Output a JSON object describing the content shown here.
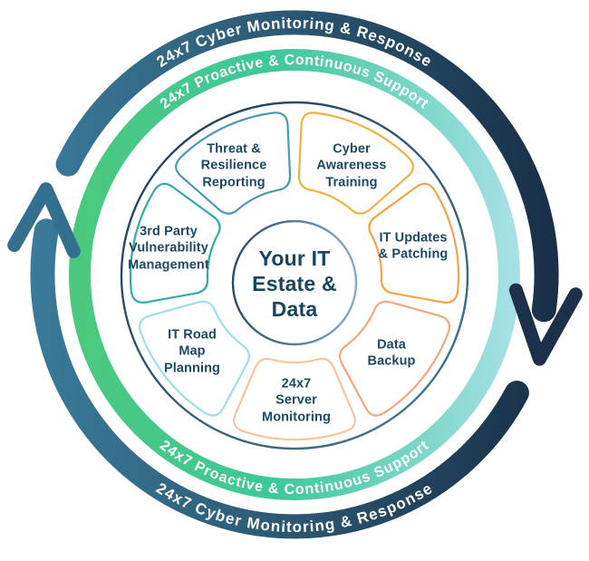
{
  "diagram": {
    "outer_ring": {
      "label": "24x7 Cyber Monitoring & Response",
      "gradient": [
        "#3a7c9c",
        "#2d5a74",
        "#172c44"
      ],
      "arrow_color_left": "#33708f",
      "arrow_color_right": "#1c3149"
    },
    "support_ring": {
      "label": "24x7 Proactive & Continuous Support",
      "gradient": [
        "#4bc97d",
        "#3ec79a",
        "#a9e1e8"
      ]
    },
    "wheel": {
      "border_gradient": [
        "#223e58",
        "#44788e"
      ]
    },
    "center": {
      "label": "Your IT Estate & Data",
      "ring_gradient": [
        "#2b4a63",
        "#85aec3"
      ],
      "text_color": "#16455e"
    },
    "label_color": "#1b4a61",
    "segments": [
      {
        "label": "Threat & Resilience Reporting",
        "color": "#4a98b4"
      },
      {
        "label": "Cyber Awareness Training",
        "color": "#f2b13f"
      },
      {
        "label": "IT Updates & Patching",
        "color": "#f5a348"
      },
      {
        "label": "Data Backup",
        "color": "#f0a87e"
      },
      {
        "label": "24x7 Server Monitoring",
        "color": "#f6c59c"
      },
      {
        "label": "IT Road Map Planning",
        "color": "#9edee9"
      },
      {
        "label": "3rd Party Vulnerability Management",
        "color": "#30aca4"
      }
    ]
  }
}
